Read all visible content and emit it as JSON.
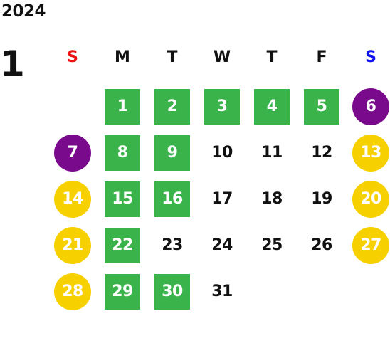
{
  "calendar": {
    "year": "2024",
    "month": "1",
    "weekdays": [
      {
        "label": "S",
        "color": "#ee1111"
      },
      {
        "label": "M",
        "color": "#111111"
      },
      {
        "label": "T",
        "color": "#111111"
      },
      {
        "label": "W",
        "color": "#111111"
      },
      {
        "label": "T",
        "color": "#111111"
      },
      {
        "label": "F",
        "color": "#111111"
      },
      {
        "label": "S",
        "color": "#1111ee"
      }
    ],
    "colors": {
      "green": "#3ab44a",
      "purple": "#7a0a8c",
      "yellow": "#f7d000"
    },
    "days": [
      {
        "label": "1",
        "style": "green"
      },
      {
        "label": "2",
        "style": "green"
      },
      {
        "label": "3",
        "style": "green"
      },
      {
        "label": "4",
        "style": "green"
      },
      {
        "label": "5",
        "style": "green"
      },
      {
        "label": "6",
        "style": "purple"
      },
      {
        "label": "7",
        "style": "purple"
      },
      {
        "label": "8",
        "style": "green"
      },
      {
        "label": "9",
        "style": "green"
      },
      {
        "label": "10",
        "style": "plain"
      },
      {
        "label": "11",
        "style": "plain"
      },
      {
        "label": "12",
        "style": "plain"
      },
      {
        "label": "13",
        "style": "yellow"
      },
      {
        "label": "14",
        "style": "yellow"
      },
      {
        "label": "15",
        "style": "green"
      },
      {
        "label": "16",
        "style": "green"
      },
      {
        "label": "17",
        "style": "plain"
      },
      {
        "label": "18",
        "style": "plain"
      },
      {
        "label": "19",
        "style": "plain"
      },
      {
        "label": "20",
        "style": "yellow"
      },
      {
        "label": "21",
        "style": "yellow"
      },
      {
        "label": "22",
        "style": "green"
      },
      {
        "label": "23",
        "style": "plain"
      },
      {
        "label": "24",
        "style": "plain"
      },
      {
        "label": "25",
        "style": "plain"
      },
      {
        "label": "26",
        "style": "plain"
      },
      {
        "label": "27",
        "style": "yellow"
      },
      {
        "label": "28",
        "style": "yellow"
      },
      {
        "label": "29",
        "style": "green"
      },
      {
        "label": "30",
        "style": "green"
      },
      {
        "label": "31",
        "style": "plain"
      }
    ]
  }
}
